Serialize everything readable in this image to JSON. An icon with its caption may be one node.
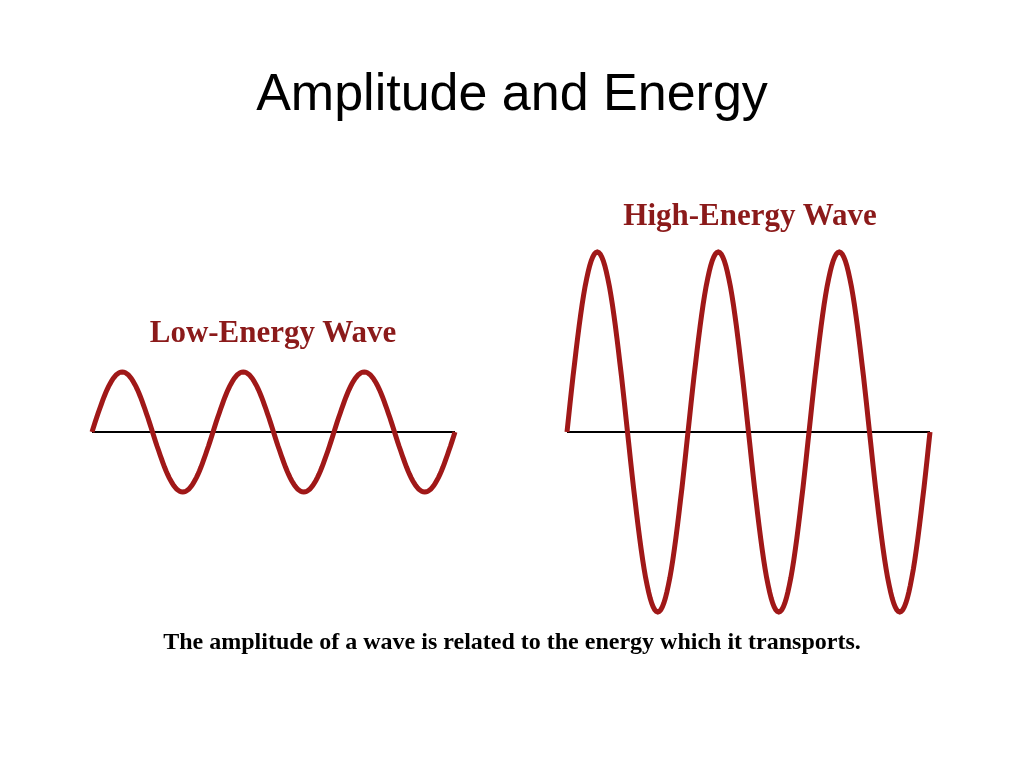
{
  "diagram": {
    "title": "Amplitude and Energy",
    "labels": [
      "Low-Energy Wave",
      "High-Energy Wave",
      "The amplitude of a wave is related to the energy which it transports."
    ]
  }
}
